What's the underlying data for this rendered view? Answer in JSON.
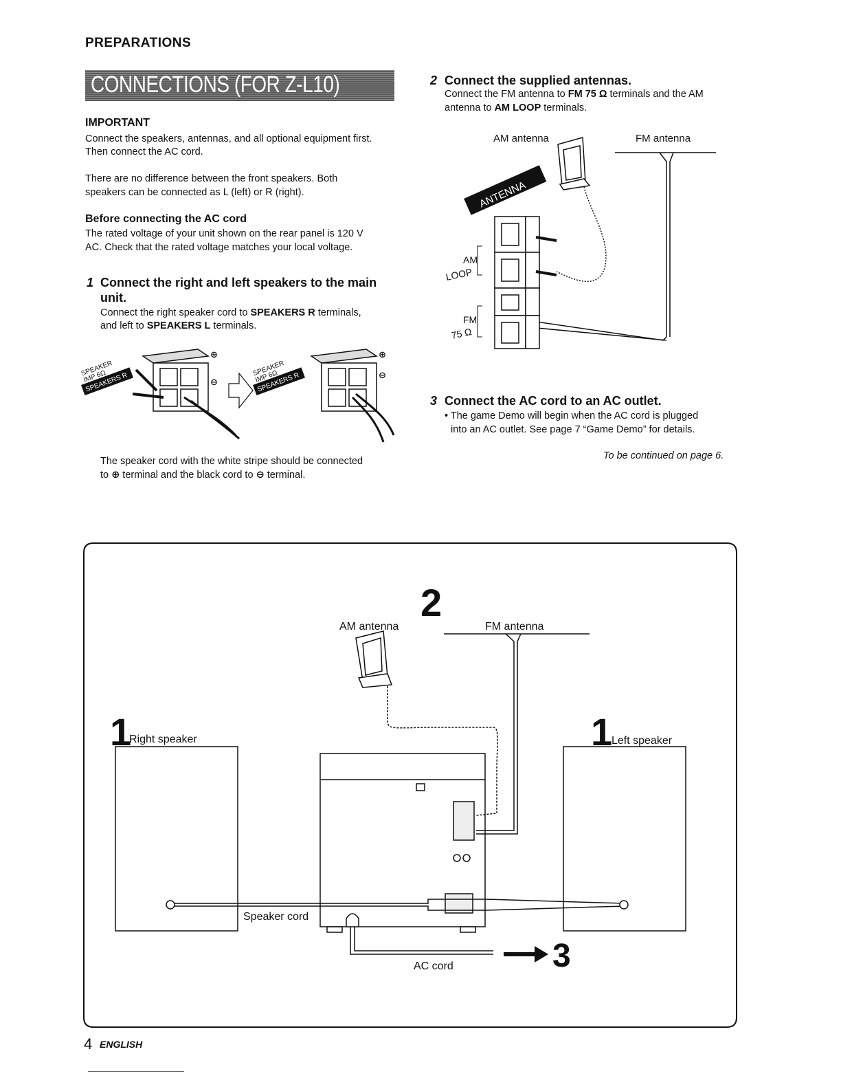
{
  "header": {
    "section": "PREPARATIONS",
    "title": "CONNECTIONS (FOR Z-L10)"
  },
  "important": {
    "heading": "IMPORTANT",
    "line1": "Connect the speakers, antennas, and all optional equipment first.",
    "line2": "Then connect the AC cord.",
    "speakers_line1": "There are no difference between the front speakers. Both",
    "speakers_line2": "speakers can be connected as L (left) or R (right)."
  },
  "before_ac": {
    "heading": "Before connecting the AC cord",
    "line1": "The rated voltage of your unit shown on the rear panel is 120 V",
    "line2": "AC. Check that the rated voltage matches your local voltage."
  },
  "step1": {
    "number": "1",
    "title_line1": "Connect the right and left speakers to the main",
    "title_line2": "unit.",
    "body_pre1": "Connect the right speaker cord to ",
    "body_bold1": "SPEAKERS R",
    "body_post1": " terminals,",
    "body_pre2": "and left to ",
    "body_bold2": "SPEAKERS L",
    "body_post2": " terminals.",
    "note_line1": "The speaker cord with the white stripe should be connected",
    "note_line2_pre": "to ",
    "note_line2_mid": " terminal and the black cord to ",
    "note_line2_post": " terminal.",
    "plus_symbol": "⊕",
    "minus_symbol": "⊖",
    "illus_labels": {
      "speaker": "SPEAKER",
      "imp": "IMP 6Ω",
      "speakers_rs": "SPEAKERS R"
    }
  },
  "step2": {
    "number": "2",
    "title": "Connect the supplied antennas.",
    "body_pre1": "Connect the FM antenna to ",
    "body_bold1": "FM 75 Ω",
    "body_post1": " terminals and the AM",
    "body_pre2": "antenna to ",
    "body_bold2": "AM LOOP",
    "body_post2": " terminals.",
    "am_label": "AM antenna",
    "fm_label": "FM antenna",
    "antenna_tag": "ANTENNA",
    "am_loop_am": "AM",
    "am_loop_loop": "LOOP",
    "fm_fm": "FM",
    "fm_75": "75 Ω"
  },
  "step3": {
    "number": "3",
    "title": "Connect the AC cord to an AC outlet.",
    "bullet_line1": "• The game Demo will begin when the AC cord is plugged",
    "bullet_line2": "into an AC outlet. See page 7 “Game Demo” for details.",
    "continued": "To be continued on page 6."
  },
  "diagram": {
    "num2": "2",
    "num1_right": "1",
    "num1_left": "1",
    "num3": "3",
    "am_label": "AM antenna",
    "fm_label": "FM antenna",
    "right_speaker": "Right speaker",
    "left_speaker": "Left speaker",
    "speaker_cord": "Speaker cord",
    "ac_cord": "AC cord"
  },
  "footer": {
    "page_number": "4",
    "language": "ENGLISH"
  }
}
